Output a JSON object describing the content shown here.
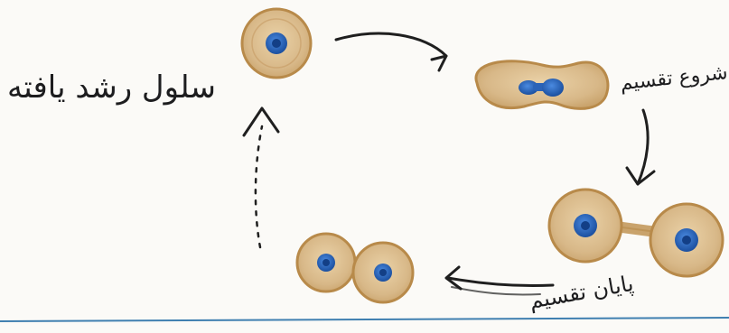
{
  "labels": {
    "mature_cell": "سلول رشد یافته",
    "division_start": "شروع تقسیم",
    "division_end": "پایان تقسیم"
  },
  "colors": {
    "cytoplasm": "#d8b888",
    "cell_outline": "#b88a4a",
    "nucleus": "#2a63b8",
    "nucleus_core": "#133f86",
    "arrow": "#1f1f1f",
    "baseline": "#3f7fb0"
  }
}
